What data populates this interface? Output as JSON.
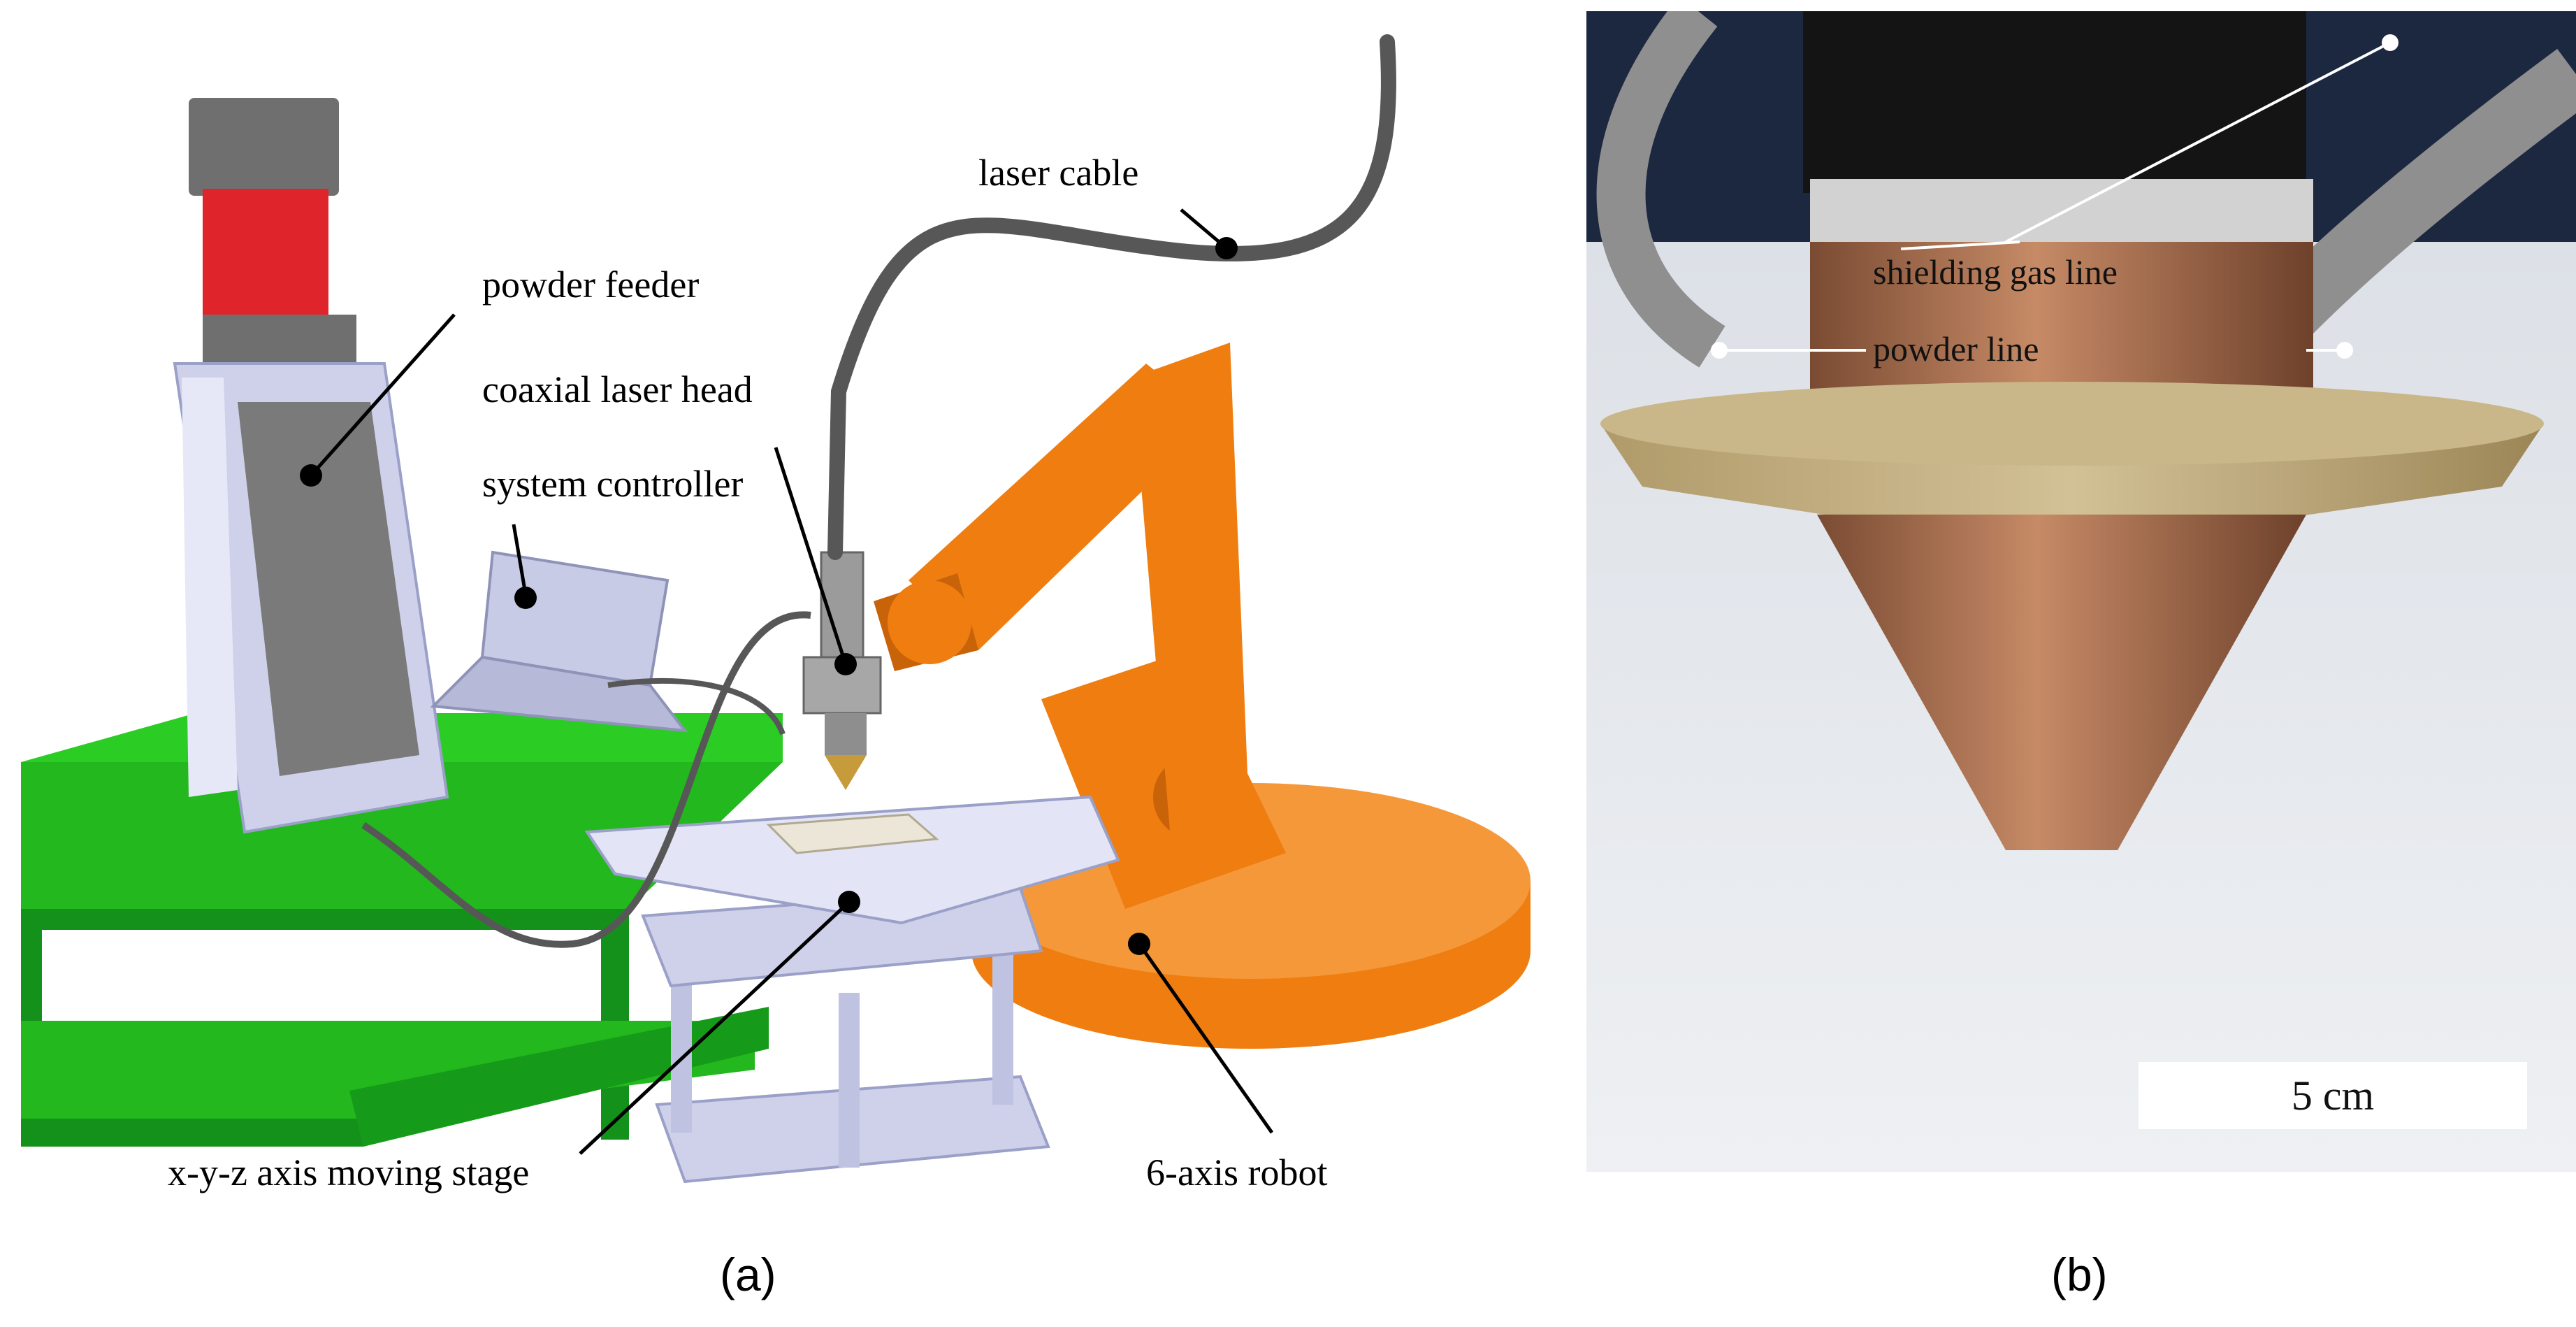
{
  "panel_a": {
    "caption": "(a)",
    "labels": {
      "powder_feeder": "powder feeder",
      "coaxial_laser_head": "coaxial laser head",
      "system_controller": "system controller",
      "laser_cable": "laser cable",
      "stage": "x-y-z axis moving stage",
      "robot": "6-axis robot"
    },
    "colors": {
      "table": "#22b81e",
      "table_dark": "#14911a",
      "robot": "#ef7d10",
      "robot_dark": "#c8630a",
      "feeder_red": "#e0242b",
      "feeder_gray": "#6f6f6f",
      "device_light": "#cfd1ea",
      "cable": "#575757"
    }
  },
  "panel_b": {
    "caption": "(b)",
    "labels": {
      "shielding_gas_line": "shielding gas line",
      "powder_line": "powder line"
    },
    "scale_bar": "5 cm"
  }
}
